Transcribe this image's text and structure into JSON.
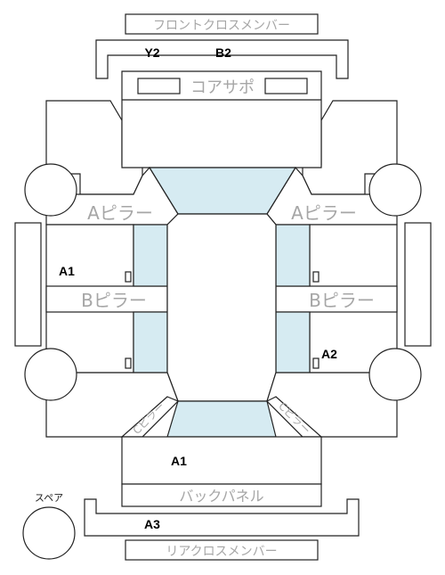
{
  "parts": {
    "front_cross_member": "フロントクロスメンバー",
    "core_support": "コアサポ",
    "a_pillar": "Aピラー",
    "b_pillar": "Bピラー",
    "c_pillar": "Cピラー",
    "back_panel": "バックパネル",
    "rear_cross_member": "リアクロスメンバー",
    "spare": "スペア"
  },
  "grades": {
    "front_cross_left": "Y2",
    "front_cross_right": "B2",
    "left_side": "A1",
    "right_rear_side": "A2",
    "trunk": "A1",
    "rear_cross": "A3"
  },
  "colors": {
    "glass": "#d6ebf2",
    "outline": "#222222",
    "part_label": "#a6a6a6"
  }
}
